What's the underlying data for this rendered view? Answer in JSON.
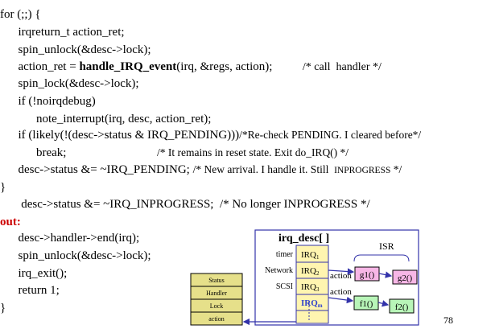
{
  "code": [
    {
      "segments": [
        {
          "text": "for (;;) {"
        }
      ]
    },
    {
      "segments": [
        {
          "text": "      irqreturn_t action_ret;"
        }
      ]
    },
    {
      "segments": [
        {
          "text": "      spin_unlock(&desc->lock);"
        }
      ]
    },
    {
      "segments": [
        {
          "text": "      action_ret = "
        },
        {
          "text": "handle_IRQ_event",
          "style": "bold"
        },
        {
          "text": "(irq, &regs, action);          "
        },
        {
          "text": "/* call  handler */",
          "style": "cmt"
        }
      ]
    },
    {
      "segments": [
        {
          "text": "      spin_lock(&desc->lock);"
        }
      ]
    },
    {
      "segments": [
        {
          "text": "      if (!noirqdebug)"
        }
      ]
    },
    {
      "segments": [
        {
          "text": "            note_interrupt(irq, desc, action_ret);"
        }
      ]
    },
    {
      "segments": [
        {
          "text": "      if (likely(!(desc->status & IRQ_PENDING)))"
        },
        {
          "text": "/*Re-check PENDING. I cleared before*/",
          "style": "sm"
        }
      ]
    },
    {
      "segments": [
        {
          "text": "            break;                              "
        },
        {
          "text": "/* It remains in reset state. Exit do_IRQ() */",
          "style": "sm"
        }
      ]
    },
    {
      "segments": [
        {
          "text": "      desc->status &= ~IRQ_PENDING; "
        },
        {
          "text": "/* New arrival. I handle it. Still  ",
          "style": "sm"
        },
        {
          "text": "INPROGRESS",
          "style": "xs"
        },
        {
          "text": " */",
          "style": "sm"
        }
      ]
    },
    {
      "segments": [
        {
          "text": "}"
        }
      ]
    },
    {
      "segments": [
        {
          "text": "       desc->status &= ~IRQ_INPROGRESS;  /* No longer INPROGRESS */"
        }
      ]
    },
    {
      "segments": [
        {
          "text": "out:",
          "style": "red"
        }
      ]
    },
    {
      "segments": [
        {
          "text": "      desc->handler->end(irq);"
        }
      ]
    },
    {
      "segments": [
        {
          "text": "      spin_unlock(&desc->lock);"
        }
      ]
    },
    {
      "segments": [
        {
          "text": "      irq_exit();"
        }
      ]
    },
    {
      "segments": [
        {
          "text": "      return 1;"
        }
      ]
    },
    {
      "segments": [
        {
          "text": "}"
        }
      ]
    }
  ],
  "diagram": {
    "title": "irq_desc[ ]",
    "isr_label": "ISR",
    "irq_labels": [
      "timer",
      "Network",
      "SCSI"
    ],
    "irq_cells": [
      {
        "base": "IRQ",
        "sub": "1"
      },
      {
        "base": "IRQ",
        "sub": "2"
      },
      {
        "base": "IRQ",
        "sub": "3"
      },
      {
        "base": "IRQ",
        "sub": "m",
        "highlight": true
      }
    ],
    "struct_fields": [
      "Status",
      "Handler",
      "Lock",
      "action"
    ],
    "action_labels": [
      "action",
      "action"
    ],
    "handlers": [
      "g1()",
      "g2()",
      "f1()",
      "f2()"
    ],
    "colors": {
      "frame": "#3333aa",
      "irq_fill": "#fff5b0",
      "struct_fill": "#e6e08a",
      "pink": "#f7b6e6",
      "green": "#b8f5b8",
      "highlight_text": "#3344cc"
    }
  },
  "page_number": "78"
}
